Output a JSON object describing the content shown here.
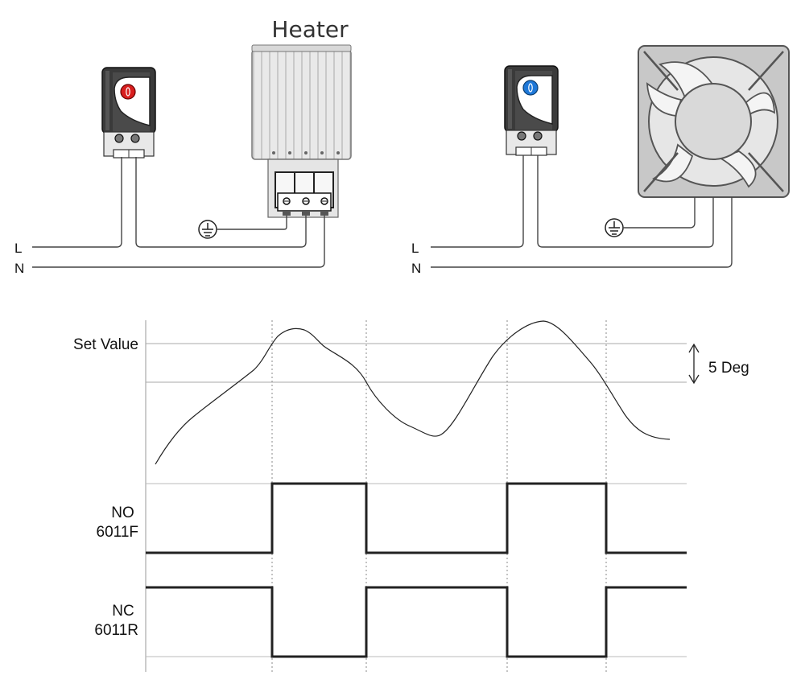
{
  "heater_circuit": {
    "title": "Heater",
    "line_label": "L",
    "neutral_label": "N"
  },
  "fan_circuit": {
    "line_label": "L",
    "neutral_label": "N"
  },
  "timing": {
    "set_value_label": "Set Value",
    "hysteresis_label": "5 Deg",
    "no_label": [
      "NO",
      "6011F"
    ],
    "nc_label": [
      "NC",
      "6011R"
    ]
  },
  "colors": {
    "heater_thermostat_dial": "#d81e1e",
    "fan_thermostat_dial": "#1e78d8",
    "wire": "#444444",
    "signal": "#222222",
    "grid": "#aaaaaa"
  }
}
